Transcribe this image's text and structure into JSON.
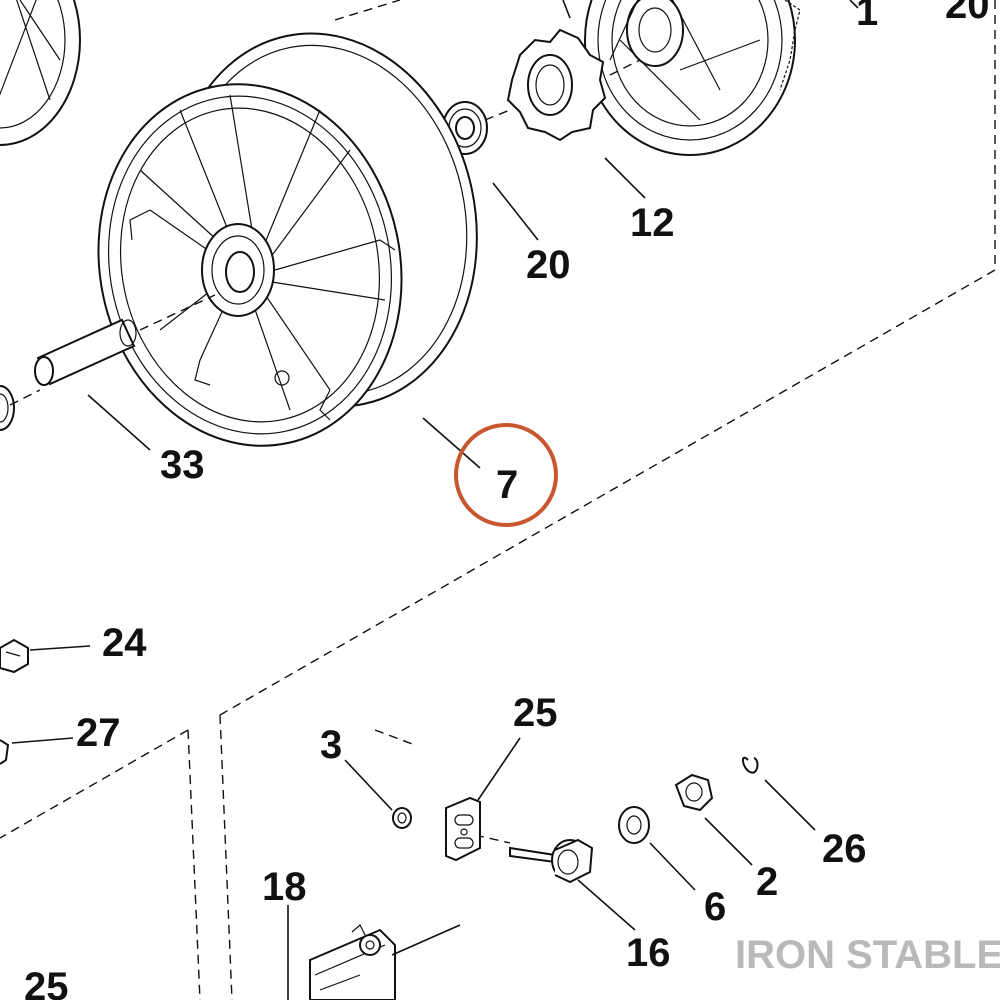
{
  "diagram": {
    "callouts": [
      {
        "id": "c1",
        "text": "1"
      },
      {
        "id": "c20top",
        "text": "20"
      },
      {
        "id": "c12",
        "text": "12"
      },
      {
        "id": "c20",
        "text": "20"
      },
      {
        "id": "c33",
        "text": "33"
      },
      {
        "id": "c7",
        "text": "7"
      },
      {
        "id": "c24",
        "text": "24"
      },
      {
        "id": "c27",
        "text": "27"
      },
      {
        "id": "c25a",
        "text": "25"
      },
      {
        "id": "c3",
        "text": "3"
      },
      {
        "id": "c26",
        "text": "26"
      },
      {
        "id": "c2",
        "text": "2"
      },
      {
        "id": "c6",
        "text": "6"
      },
      {
        "id": "c16",
        "text": "16"
      },
      {
        "id": "c18",
        "text": "18"
      },
      {
        "id": "c25b",
        "text": "25"
      }
    ],
    "highlight": {
      "callout": "7",
      "color": "#c8562f"
    },
    "watermark": "IRON STABLE"
  }
}
